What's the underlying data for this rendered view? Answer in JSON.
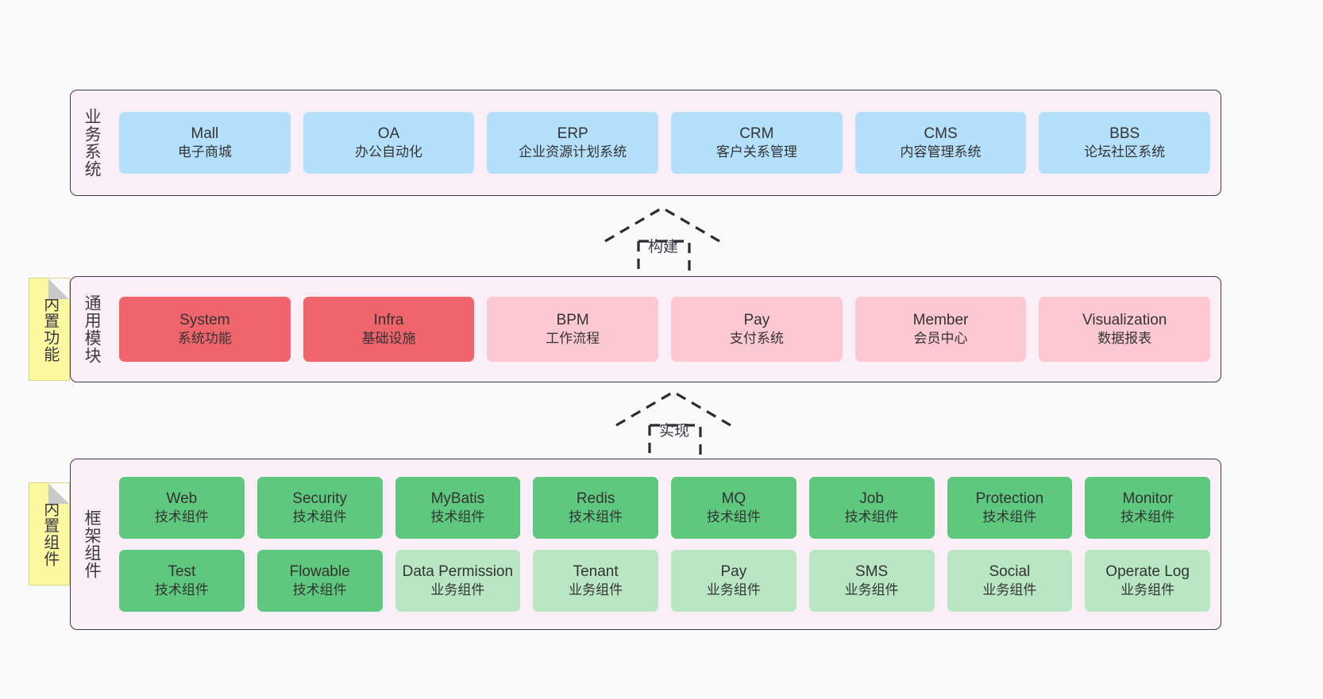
{
  "diagram": {
    "title": "",
    "background": "#fafafa",
    "colors": {
      "layer_bg": "#faeef7",
      "layer_border": "#3c3c46",
      "business": "#b5e0fb",
      "module_core": "#f0646b",
      "module_optional": "#fcc9d3",
      "component_tech": "#5ec97e",
      "component_biz": "#b9e7c3",
      "sticky": "#fcf8a0"
    }
  },
  "sticky_notes": [
    {
      "label": "内置功能"
    },
    {
      "label": "内置组件"
    }
  ],
  "connectors": [
    {
      "label": "构建",
      "style": "dashed-generalization",
      "direction": "up"
    },
    {
      "label": "实现",
      "style": "dashed-generalization",
      "direction": "up"
    }
  ],
  "layers": [
    {
      "label": "业务系统",
      "rows": [
        [
          {
            "name": "Mall",
            "desc": "电子商城",
            "color": "blue"
          },
          {
            "name": "OA",
            "desc": "办公自动化",
            "color": "blue"
          },
          {
            "name": "ERP",
            "desc": "企业资源计划系统",
            "color": "blue"
          },
          {
            "name": "CRM",
            "desc": "客户关系管理",
            "color": "blue"
          },
          {
            "name": "CMS",
            "desc": "内容管理系统",
            "color": "blue"
          },
          {
            "name": "BBS",
            "desc": "论坛社区系统",
            "color": "blue"
          }
        ]
      ]
    },
    {
      "label": "通用模块",
      "rows": [
        [
          {
            "name": "System",
            "desc": "系统功能",
            "color": "red"
          },
          {
            "name": "Infra",
            "desc": "基础设施",
            "color": "red"
          },
          {
            "name": "BPM",
            "desc": "工作流程",
            "color": "pink"
          },
          {
            "name": "Pay",
            "desc": "支付系统",
            "color": "pink"
          },
          {
            "name": "Member",
            "desc": "会员中心",
            "color": "pink"
          },
          {
            "name": "Visualization",
            "desc": "数据报表",
            "color": "pink"
          }
        ]
      ]
    },
    {
      "label": "框架组件",
      "rows": [
        [
          {
            "name": "Web",
            "desc": "技术组件",
            "color": "green"
          },
          {
            "name": "Security",
            "desc": "技术组件",
            "color": "green"
          },
          {
            "name": "MyBatis",
            "desc": "技术组件",
            "color": "green"
          },
          {
            "name": "Redis",
            "desc": "技术组件",
            "color": "green"
          },
          {
            "name": "MQ",
            "desc": "技术组件",
            "color": "green"
          },
          {
            "name": "Job",
            "desc": "技术组件",
            "color": "green"
          },
          {
            "name": "Protection",
            "desc": "技术组件",
            "color": "green"
          },
          {
            "name": "Monitor",
            "desc": "技术组件",
            "color": "green"
          }
        ],
        [
          {
            "name": "Test",
            "desc": "技术组件",
            "color": "green"
          },
          {
            "name": "Flowable",
            "desc": "技术组件",
            "color": "green"
          },
          {
            "name": "Data Permission",
            "desc": "业务组件",
            "color": "lgreen"
          },
          {
            "name": "Tenant",
            "desc": "业务组件",
            "color": "lgreen"
          },
          {
            "name": "Pay",
            "desc": "业务组件",
            "color": "lgreen"
          },
          {
            "name": "SMS",
            "desc": "业务组件",
            "color": "lgreen"
          },
          {
            "name": "Social",
            "desc": "业务组件",
            "color": "lgreen"
          },
          {
            "name": "Operate Log",
            "desc": "业务组件",
            "color": "lgreen"
          }
        ]
      ]
    }
  ]
}
